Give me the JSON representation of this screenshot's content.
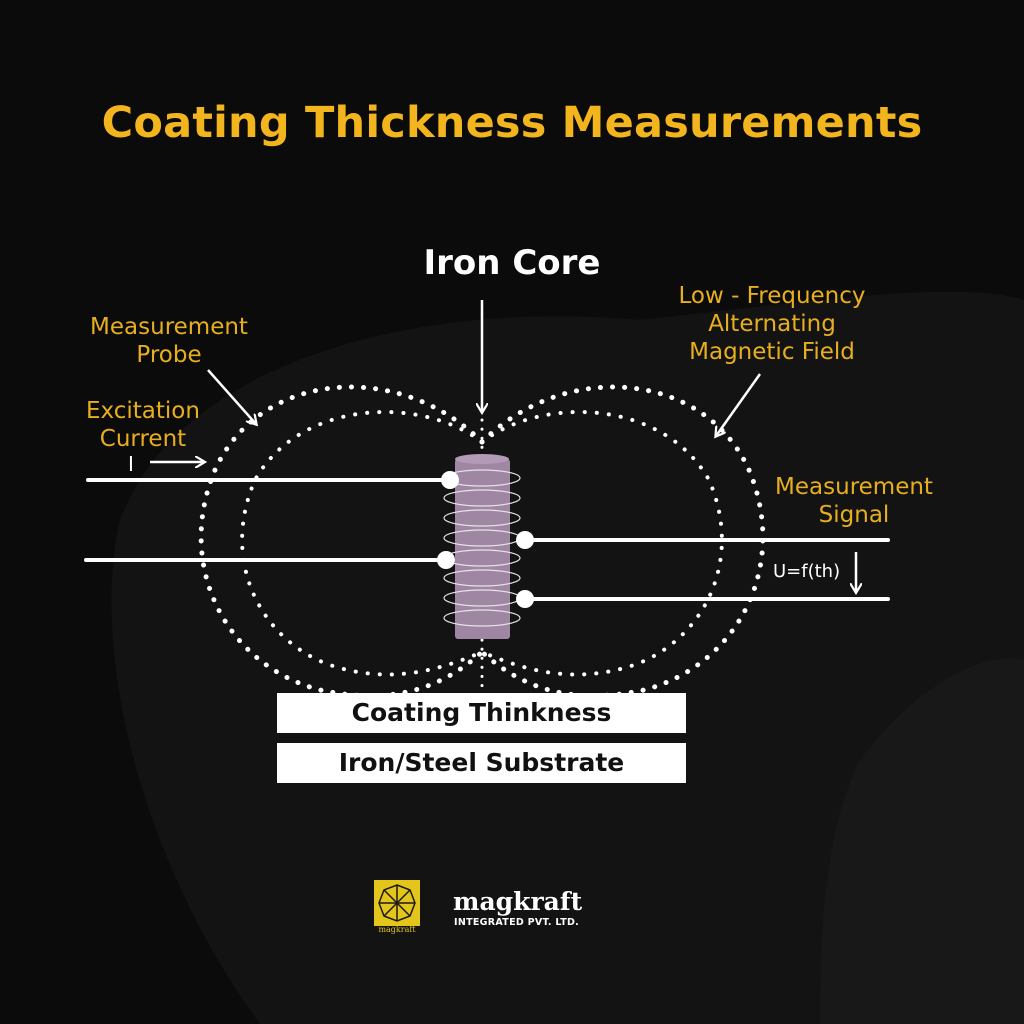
{
  "title": "Coating Thickness Measurements",
  "labels": {
    "iron_core": "Iron Core",
    "measurement_probe_1": "Measurement",
    "measurement_probe_2": "Probe",
    "excitation_1": "Excitation",
    "excitation_2": "Current",
    "current_symbol": "I",
    "field_1": "Low - Frequency",
    "field_2": "Alternating",
    "field_3": "Magnetic Field",
    "signal_1": "Measurement",
    "signal_2": "Signal",
    "signal_formula": "U=f(th)"
  },
  "layers": {
    "coating": "Coating Thinkness",
    "substrate": "Iron/Steel Substrate"
  },
  "logo": {
    "name": "magkraft",
    "subtitle": "INTEGRATED PVT. LTD.",
    "mini": "magkraft"
  },
  "colors": {
    "background": "#0b0b0b",
    "accent": "#f2b51d",
    "label": "#e7af1f",
    "core": "#9f86a3",
    "line": "#ffffff"
  }
}
